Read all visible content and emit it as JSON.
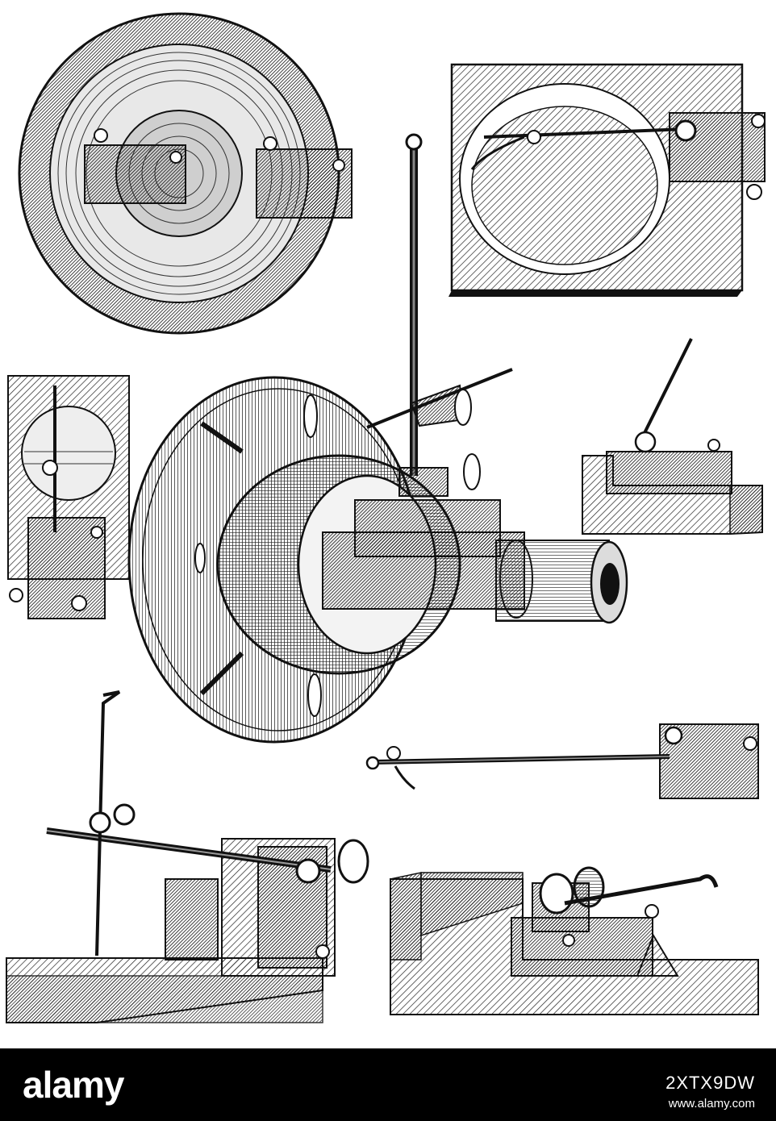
{
  "footer": {
    "brand": "alamy",
    "image_id": "2XTX9DW",
    "url": "www.alamy.com"
  },
  "colors": {
    "ink": "#1a1a1a",
    "paper": "#ffffff",
    "footer_bg": "#000000"
  },
  "illustrations": [
    "faceplate-with-tool-holders",
    "square-plate-with-circular-opening",
    "vertical-plate-with-tool-post",
    "lathe-faceplate-with-tube-and-tool",
    "small-block-with-angled-tool",
    "rod-with-tool-holder-block",
    "angle-plate-with-scriber-rod",
    "angle-block-with-bent-tool"
  ]
}
